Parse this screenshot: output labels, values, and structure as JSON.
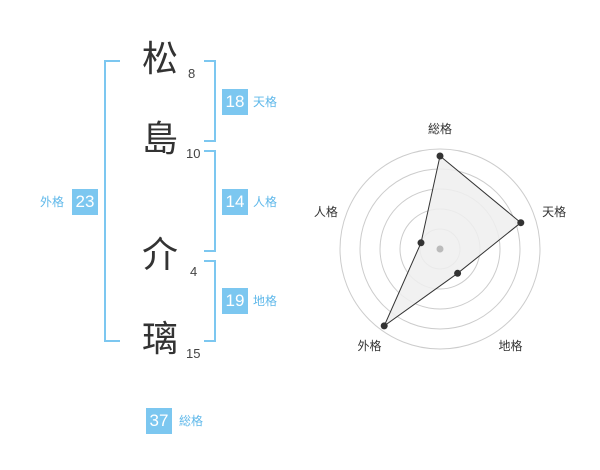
{
  "name": {
    "chars": [
      {
        "char": "松",
        "strokes": "8"
      },
      {
        "char": "島",
        "strokes": "10"
      },
      {
        "char": "介",
        "strokes": "4"
      },
      {
        "char": "璃",
        "strokes": "15"
      }
    ]
  },
  "kakusu": {
    "tenkaku": {
      "value": "18",
      "label": "天格"
    },
    "jinkaku": {
      "value": "14",
      "label": "人格"
    },
    "chikaku": {
      "value": "19",
      "label": "地格"
    },
    "gaikaku": {
      "value": "23",
      "label": "外格"
    },
    "soukaku": {
      "value": "37",
      "label": "総格"
    }
  },
  "chart_data": {
    "type": "radar",
    "axes": [
      "総格",
      "天格",
      "地格",
      "外格",
      "人格"
    ],
    "values": [
      0.93,
      0.85,
      0.3,
      0.95,
      0.2
    ],
    "rings": 5,
    "colors": {
      "fill": "#eeeeee",
      "line": "#333333",
      "grid": "#cccccc",
      "center": "#bbbbbb"
    }
  }
}
